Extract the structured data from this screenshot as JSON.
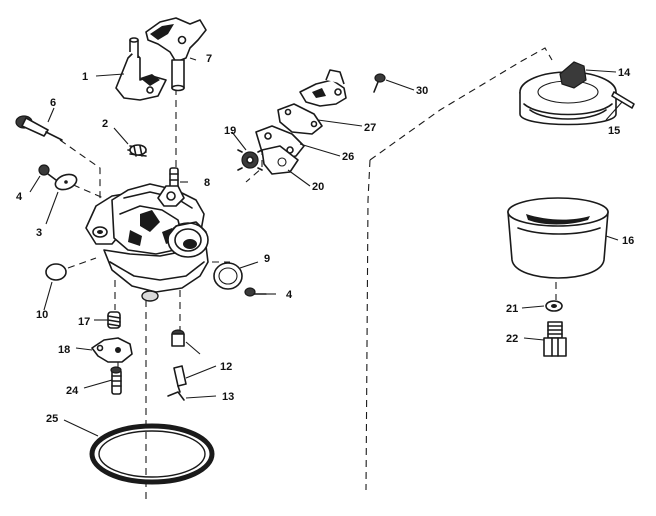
{
  "callouts": {
    "c1": "1",
    "c2": "2",
    "c3": "3",
    "c4a": "4",
    "c4b": "4",
    "c6": "6",
    "c7": "7",
    "c8": "8",
    "c9": "9",
    "c10": "10",
    "c12": "12",
    "c13": "13",
    "c14": "14",
    "c15": "15",
    "c16": "16",
    "c17": "17",
    "c18": "18",
    "c19": "19",
    "c20": "20",
    "c21": "21",
    "c22": "22",
    "c24": "24",
    "c25": "25",
    "c26": "26",
    "c27": "27",
    "c30": "30"
  }
}
